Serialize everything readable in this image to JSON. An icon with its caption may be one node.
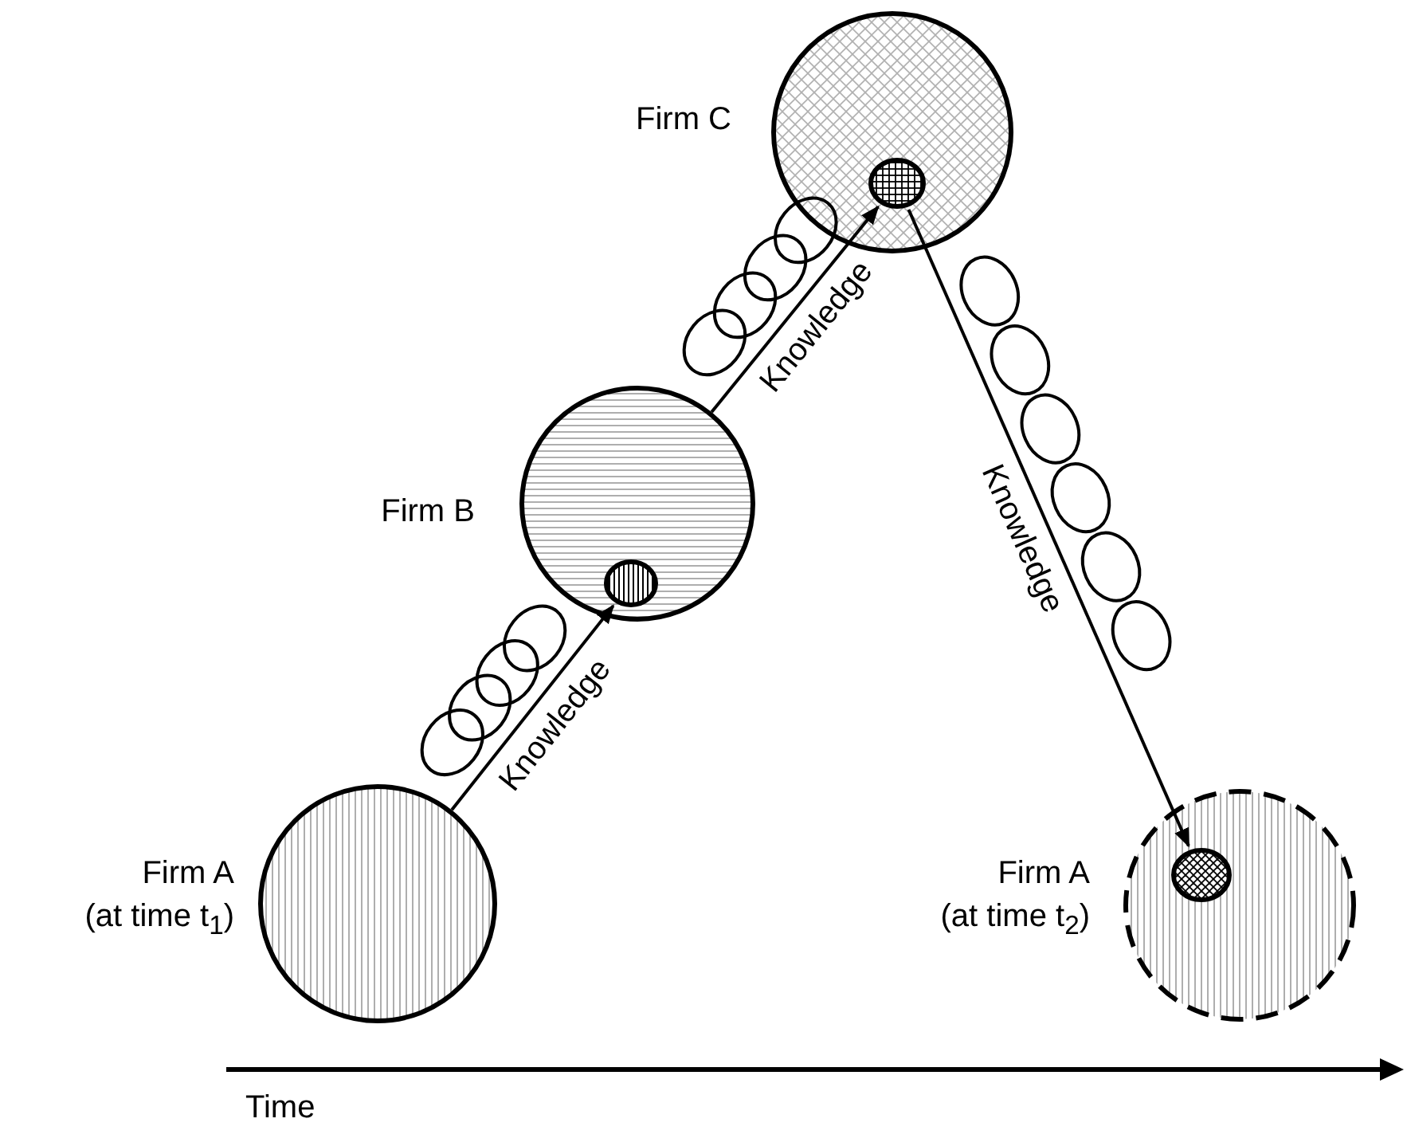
{
  "diagram": {
    "nodes": [
      {
        "text": [
          "Firm A (at time t$_{1}$)"
        ]
      },
      {
        "text": [
          "Firm B"
        ]
      },
      {
        "text": [],
        "shape": "circle",
        "in": 1
      },
      {
        "text": [
          "Firm C"
        ]
      },
      {
        "text": [],
        "shape": "circle",
        "in": 3
      },
      {
        "text": [
          "Firm A (at time t$_{2}$)"
        ]
      },
      {
        "text": [],
        "shape": "circle",
        "in": 5
      }
    ],
    "edges": [
      {
        "from": 0,
        "to": 2,
        "arrow": "to",
        "label": "Knowledge"
      },
      {
        "from": 1,
        "to": 4,
        "arrow": "to",
        "label": "Knowledge"
      },
      {
        "from": 4,
        "to": 6,
        "arrow": "to",
        "label": "Knowledge"
      }
    ],
    "labels": [
      "Time"
    ]
  }
}
